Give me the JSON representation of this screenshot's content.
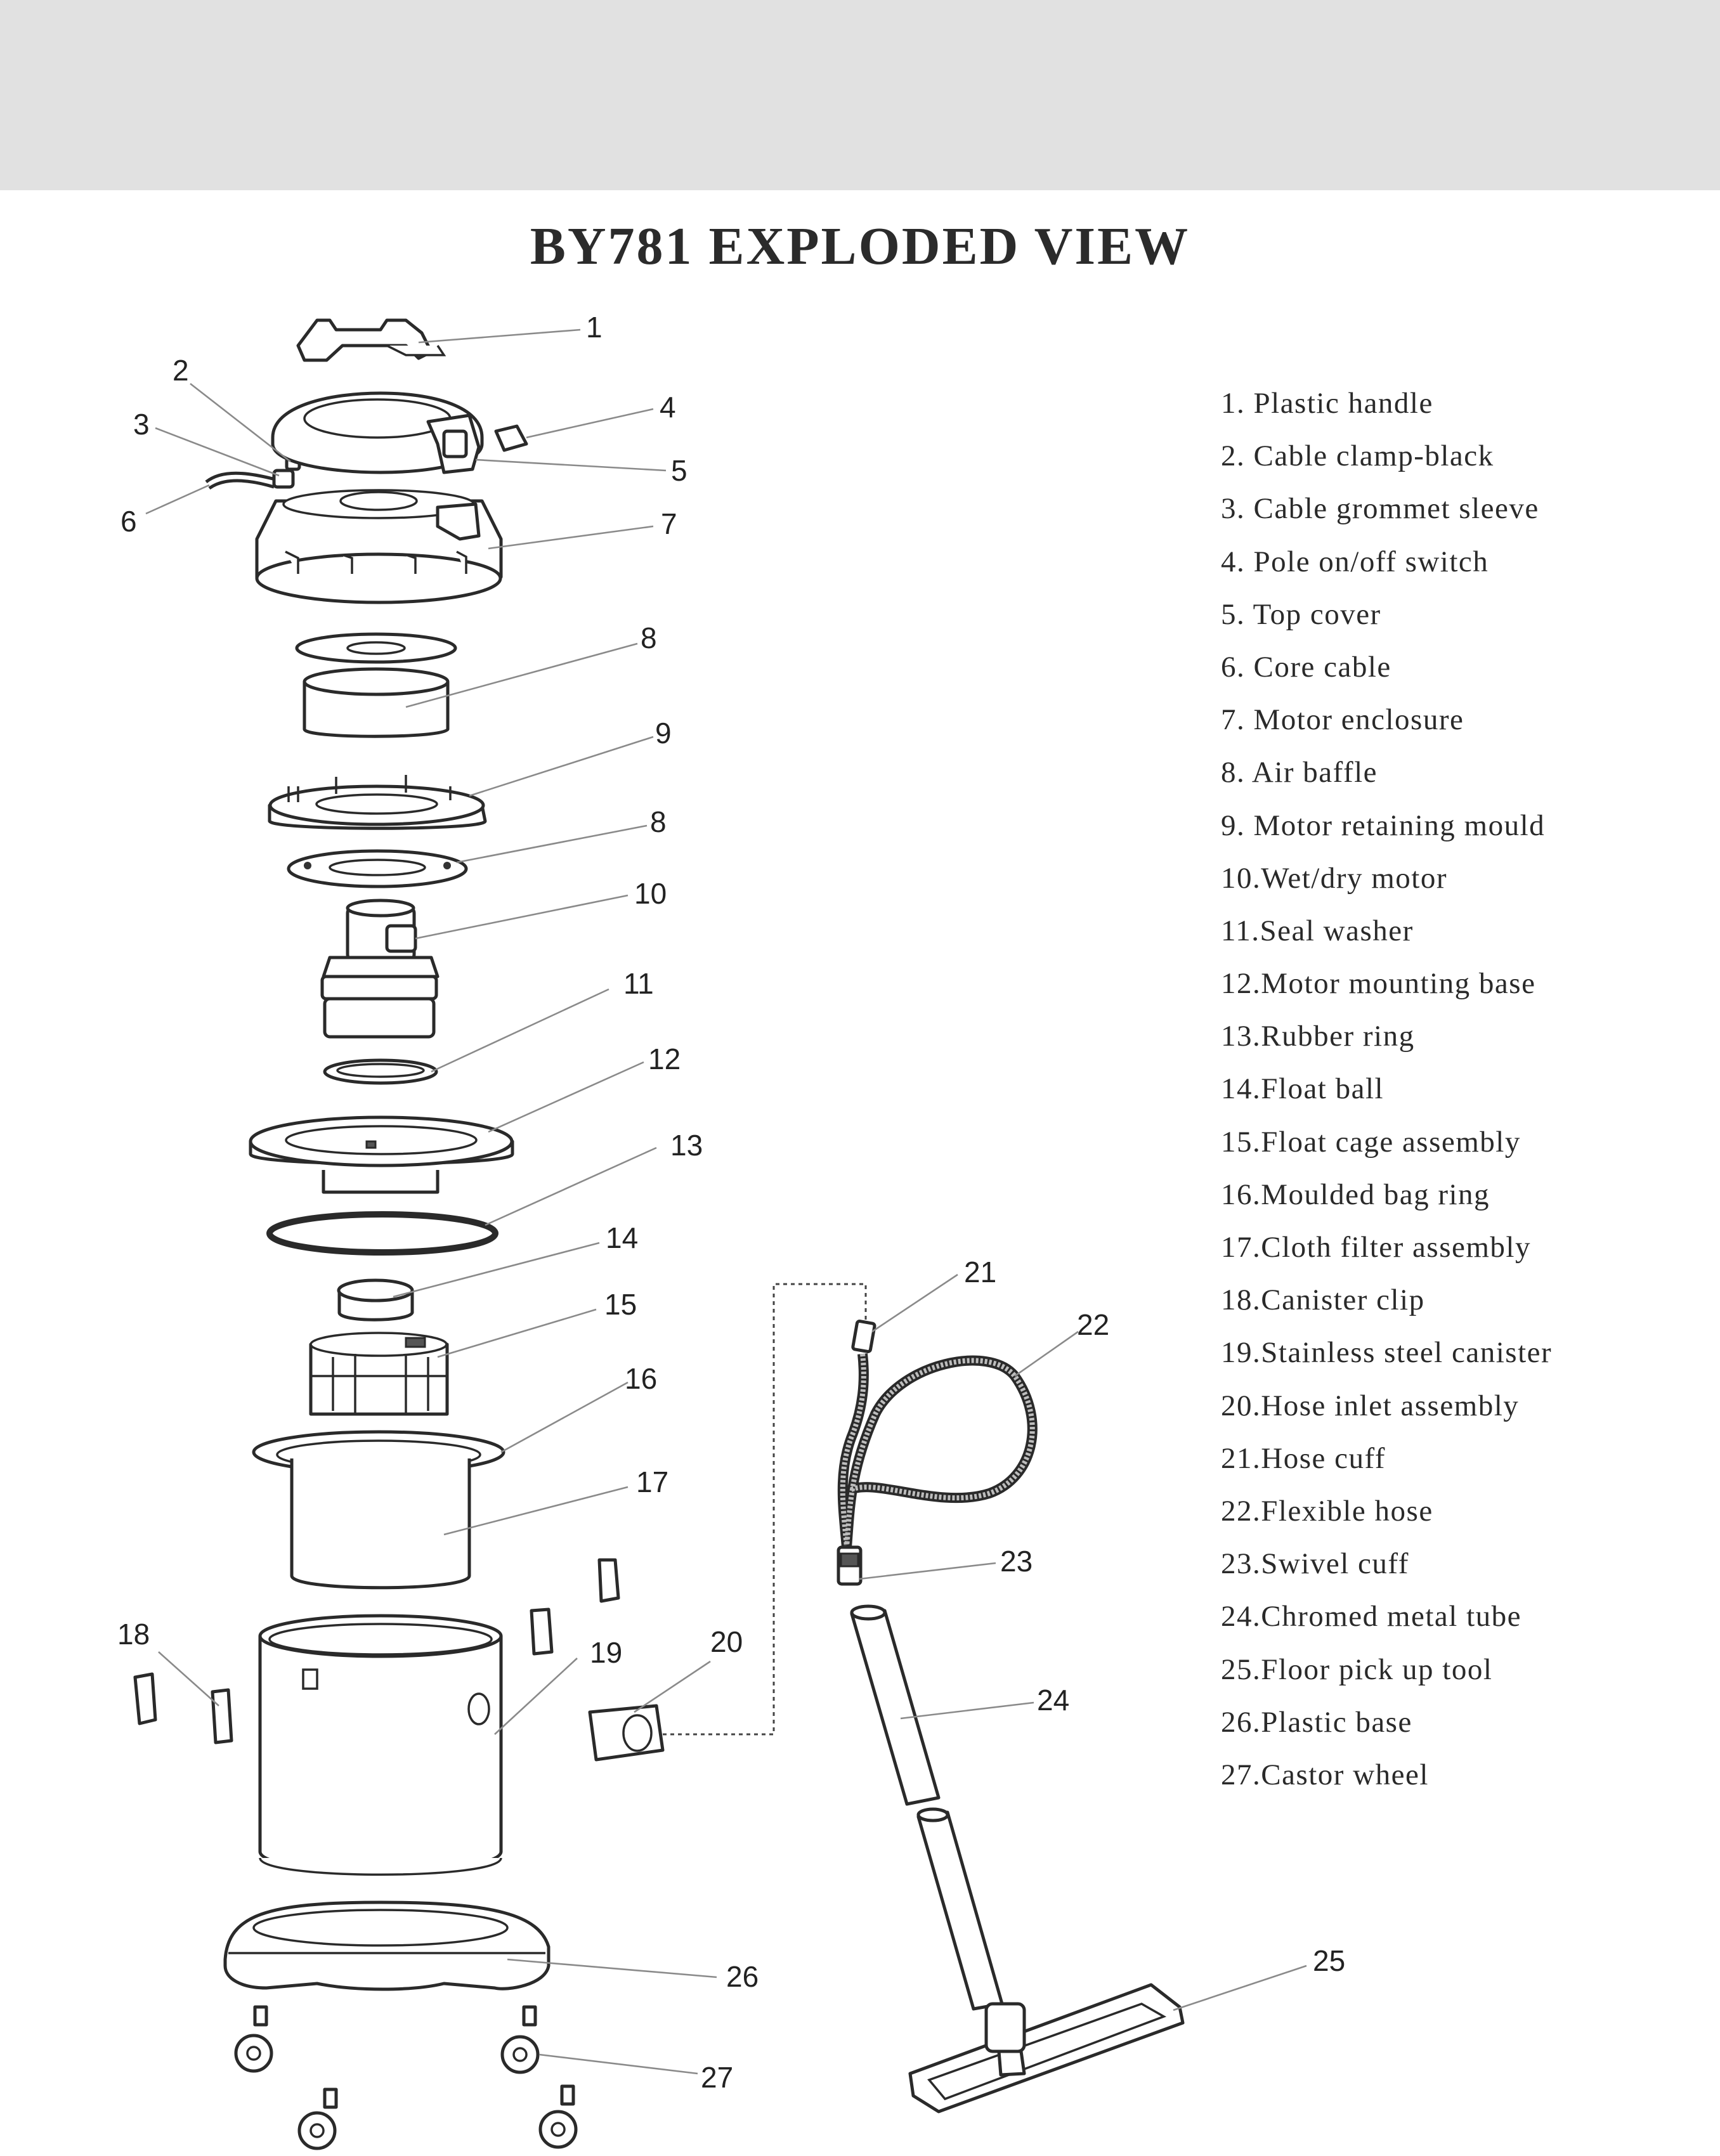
{
  "title": "BY781 EXPLODED VIEW",
  "callouts": [
    "1",
    "2",
    "3",
    "4",
    "5",
    "6",
    "7",
    "8",
    "9",
    "8",
    "10",
    "11",
    "12",
    "13",
    "14",
    "15",
    "16",
    "17",
    "18",
    "19",
    "20",
    "21",
    "22",
    "23",
    "24",
    "25",
    "26",
    "27"
  ],
  "legend": [
    "1. Plastic handle",
    "2. Cable clamp-black",
    "3. Cable grommet sleeve",
    "4. Pole on/off switch",
    "5. Top cover",
    "6. Core cable",
    "7. Motor enclosure",
    "8. Air baffle",
    "9. Motor retaining mould",
    "10.Wet/dry motor",
    "11.Seal washer",
    "12.Motor mounting base",
    "13.Rubber ring",
    "14.Float ball",
    "15.Float cage assembly",
    "16.Moulded bag ring",
    "17.Cloth filter assembly",
    "18.Canister clip",
    "19.Stainless steel canister",
    "20.Hose inlet assembly",
    "21.Hose cuff",
    "22.Flexible hose",
    "23.Swivel cuff",
    "24.Chromed metal tube",
    "25.Floor pick up tool",
    "26.Plastic base",
    "27.Castor wheel"
  ]
}
